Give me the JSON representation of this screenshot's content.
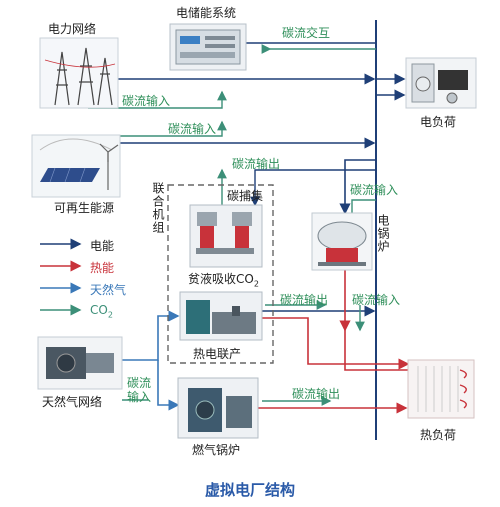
{
  "colors": {
    "electric": "#1f3f77",
    "heat": "#c8323a",
    "gas": "#3a78b8",
    "co2": "#3c8f78",
    "title": "#2a5aa8"
  },
  "labels": {
    "grid": "电力网络",
    "storage": "电储能系统",
    "renewable": "可再生能源",
    "electric_load": "电负荷",
    "carbon_capture": "碳捕集",
    "combined_unit": "联合机组",
    "lean_solution": "贫液吸收CO",
    "lean_solution_sub": "2",
    "chp": "热电联产",
    "gas_network": "天然气网络",
    "gas_boiler": "燃气锅炉",
    "electric_boiler": "电锅炉",
    "heat_load": "热负荷"
  },
  "flows": {
    "interaction": "碳流交互",
    "input_1": "碳流输入",
    "input_2": "碳流输入",
    "output_1": "碳流输出",
    "input_3": "碳流输入",
    "output_2": "碳流输出",
    "input_4": "碳流输入",
    "input_5": "碳流输入",
    "output_3": "碳流输出"
  },
  "legend": [
    {
      "label": "电能",
      "color": "#1f3f77"
    },
    {
      "label": "热能",
      "color": "#c8323a"
    },
    {
      "label": "天然气",
      "color": "#3a78b8"
    },
    {
      "label": "CO",
      "sub": "2",
      "color": "#3c8f78"
    }
  ],
  "title": "虚拟电厂结构"
}
